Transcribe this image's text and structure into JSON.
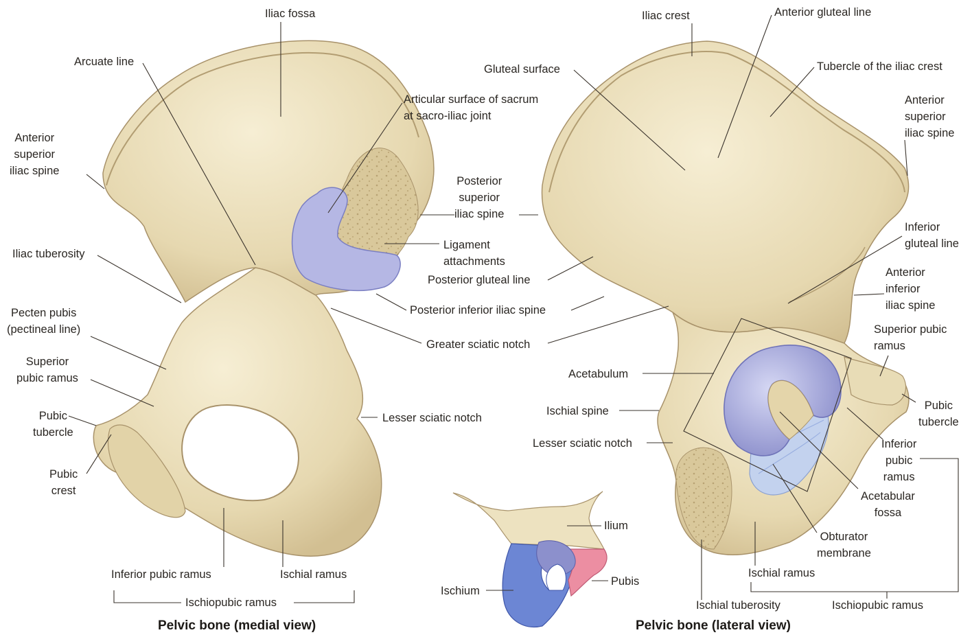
{
  "colors": {
    "bone": "#ede2c0",
    "bone_shade": "#d4c299",
    "bone_outline": "#a8926a",
    "articular": "#b5b7e4",
    "acetabulum": "#9fa2d8",
    "membrane": "#c3d2ee",
    "ilium": "#ede2c0",
    "ischium": "#6c86d4",
    "pubis": "#ec8ea2",
    "leader_line": "#3a332c",
    "label_text": "#2a2622"
  },
  "medial_view": {
    "caption": "Pelvic bone (medial view)",
    "labels": {
      "iliac_fossa": "Iliac fossa",
      "arcuate_line": "Arcuate line",
      "articular_surface": "Articular surface of sacrum\nat sacro-iliac joint",
      "anterior_superior_iliac_spine": "Anterior\nsuperior\niliac spine",
      "posterior_superior_iliac_spine": "Posterior\nsuperior\niliac spine",
      "ligament_attachments": "Ligament\nattachments",
      "iliac_tuberosity": "Iliac tuberosity",
      "pecten_pubis": "Pecten pubis\n(pectineal line)",
      "superior_pubic_ramus": "Superior\npubic ramus",
      "pubic_tubercle": "Pubic\ntubercle",
      "pubic_crest": "Pubic\ncrest",
      "lesser_sciatic_notch": "Lesser sciatic notch",
      "inferior_pubic_ramus": "Inferior pubic ramus",
      "ischial_ramus": "Ischial ramus",
      "ischiopubic_ramus": "Ischiopubic ramus"
    }
  },
  "shared_labels": {
    "posterior_gluteal_line": "Posterior gluteal line",
    "posterior_inferior_iliac_spine": "Posterior inferior iliac spine",
    "greater_sciatic_notch": "Greater sciatic notch"
  },
  "lateral_view": {
    "caption": "Pelvic bone (lateral view)",
    "labels": {
      "iliac_crest": "Iliac crest",
      "anterior_gluteal_line": "Anterior gluteal line",
      "gluteal_surface": "Gluteal surface",
      "tubercle_iliac_crest": "Tubercle of the iliac crest",
      "anterior_superior_iliac_spine": "Anterior\nsuperior\niliac spine",
      "inferior_gluteal_line": "Inferior\ngluteal line",
      "anterior_inferior_iliac_spine": "Anterior\ninferior\niliac spine",
      "superior_pubic_ramus": "Superior pubic\nramus",
      "acetabulum": "Acetabulum",
      "ischial_spine": "Ischial spine",
      "lesser_sciatic_notch": "Lesser sciatic notch",
      "pubic_tubercle": "Pubic\ntubercle",
      "inferior_pubic_ramus": "Inferior\npubic\nramus",
      "acetabular_fossa": "Acetabular\nfossa",
      "obturator_membrane": "Obturator\nmembrane",
      "ischial_ramus": "Ischial ramus",
      "ischial_tuberosity": "Ischial tuberosity",
      "ischiopubic_ramus": "Ischiopubic ramus"
    }
  },
  "inset": {
    "labels": {
      "ilium": "Ilium",
      "ischium": "Ischium",
      "pubis": "Pubis"
    }
  }
}
